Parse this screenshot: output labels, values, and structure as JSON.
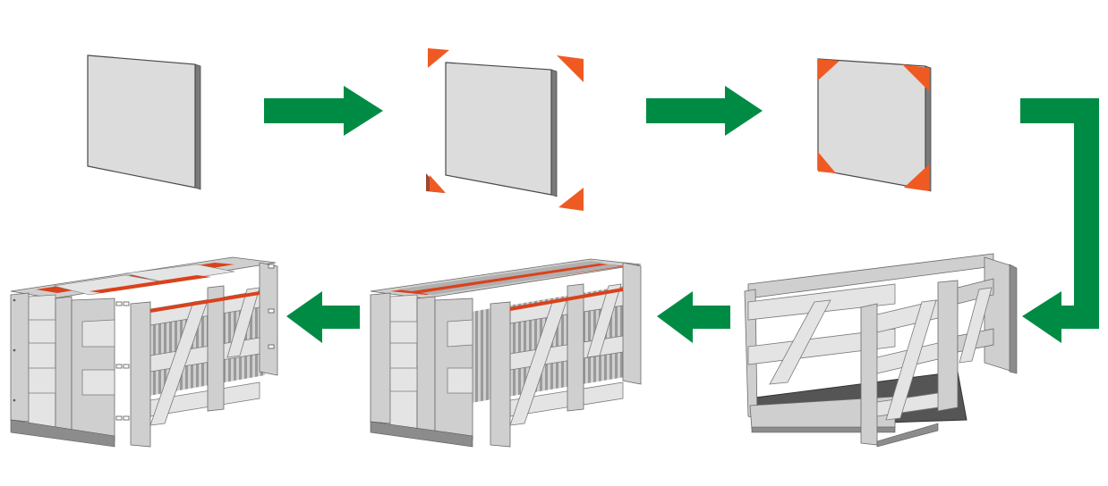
{
  "colors": {
    "panel_face": "#dcdcdc",
    "panel_edge": "#4a4a4a",
    "corner_protector": "#ef5a23",
    "arrow": "#008b45",
    "wood": "#cfcfcf",
    "wood_light": "#e4e4e4",
    "wood_dark": "#8c8c8c",
    "crate_floor": "#555555",
    "glass_stripe": "#d9421c"
  },
  "steps": [
    {
      "id": "glass-panel",
      "icon": "glass-panel-icon"
    },
    {
      "id": "corner-protectors-separate",
      "icon": "corner-protector-icon"
    },
    {
      "id": "corner-protectors-fitted",
      "icon": "corner-protector-icon"
    },
    {
      "id": "open-crate",
      "icon": "open-crate-icon"
    },
    {
      "id": "loaded-crate",
      "icon": "loaded-crate-icon"
    },
    {
      "id": "closed-crate",
      "icon": "closed-crate-icon"
    }
  ],
  "flow": [
    "right",
    "right",
    "down-then-left",
    "left",
    "left"
  ]
}
